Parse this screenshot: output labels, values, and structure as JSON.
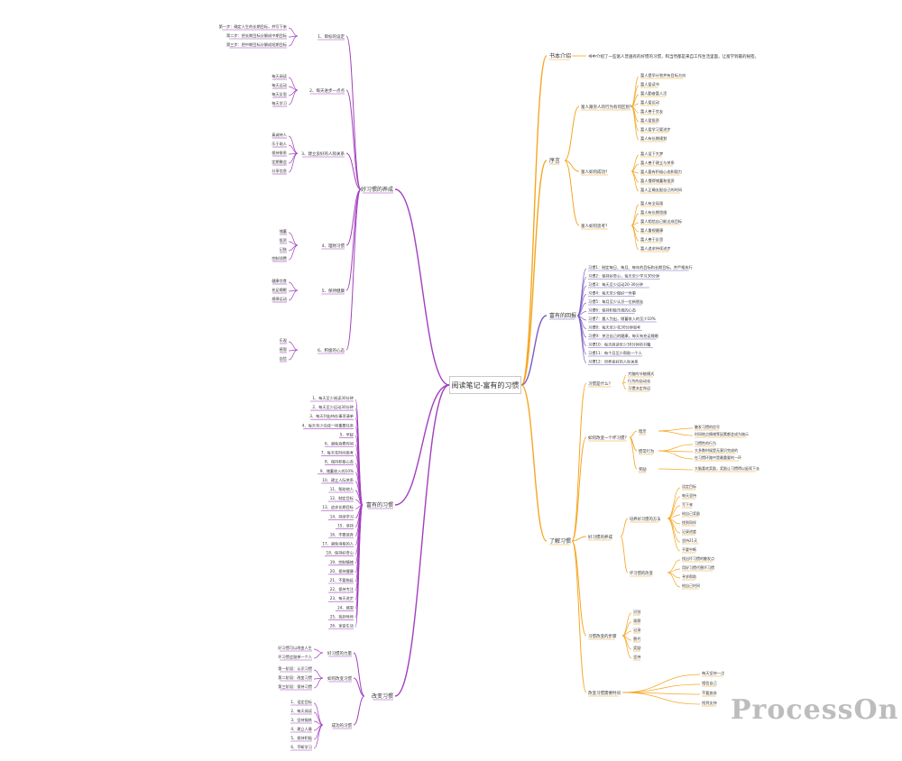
{
  "central_topic": "阅读笔记-富有的习惯",
  "watermark": "ProcessOn",
  "colors": {
    "right": "#f5a623",
    "left": "#a23fbf",
    "mid": "#7b5cc4",
    "line_text": "#333333"
  },
  "branches": {
    "book_intro": {
      "title": "书本介绍",
      "text": "书中介绍了一些富人普遍有的好惯的习惯，和当然都是来自工作生活里面，让富学到最的秘密。"
    },
    "preface": {
      "title": "序言",
      "groups": [
        {
          "label": "富人跟穷人的行为有何区别？",
          "items": [
            "富人提早计划并有目标方向",
            "富人爱读书",
            "富人勤奋富人活",
            "富人爱运动",
            "富人善于交友",
            "富人爱投资",
            "富人爱学习爱进步",
            "富人有长期规划"
          ]
        },
        {
          "label": "富人如何成功？",
          "items": [
            "富人设下大梦",
            "富人善于建立与关系",
            "富人要有积极心态和毅力",
            "富人懂得储蓄和投资",
            "富人正确支配自己的时间"
          ]
        },
        {
          "label": "富人如何思考？",
          "items": [
            "富人有全局观",
            "富人有长期思维",
            "富人相信自己能达成目标",
            "富人重视健康",
            "富人善于反思",
            "富人追求持续进步"
          ]
        }
      ]
    },
    "rich_insights": {
      "title": "富有的回报",
      "items": [
        "习惯1：制定每日、每月、每年的目标和长期目标，并严格执行",
        "习惯2：保持好奇心，每天至少学习30分钟",
        "习惯3：每天至少运动20-30分钟",
        "习惯4：每天至少做好一件事",
        "习惯5：每月至少认识一位新朋友",
        "习惯6：保持积极乐观的心态",
        "习惯7：量入为出，储蓄收入的至少10%",
        "习惯8：每天至少花30分钟思考",
        "习惯9：关注自己的健康，每天有充足睡眠",
        "习惯10：每天阅读至少30分钟的书籍",
        "习惯11：每个月至少帮助一个人",
        "习惯12：培养良好的人际关系"
      ]
    },
    "understand_habit": {
      "title": "了解习惯",
      "what_is_habit": {
        "label": "习惯是什么？",
        "items": [
          "大脑的节能模式",
          "行为的自动化",
          "习惯决定命运"
        ]
      },
      "habit_loop": {
        "label": "如何改变一个坏习惯？",
        "sub": [
          {
            "label": "暗示",
            "items": [
              "触发习惯的信号",
              "时间地点情绪等因素都会成为暗示"
            ]
          },
          {
            "label": "惯常行为",
            "items": [
              "习惯性的行为",
              "大多数时候是无意识完成的",
              "在习惯环路中是最重要的一环"
            ]
          },
          {
            "label": "奖励",
            "items": [
              "大脑喜欢奖励，奖励让习惯得以延续下去"
            ]
          }
        ]
      },
      "good_habits": {
        "label": "好习惯的养成",
        "sub": [
          {
            "label": "培养好习惯的方法",
            "items": [
              "设定目标",
              "每天坚持",
              "写下来",
              "给自己奖励",
              "找到同伴",
              "记录进度",
              "坚持21天",
              "不要中断"
            ]
          },
          {
            "label": "坏习惯的改变",
            "items": [
              "找出坏习惯的触发点",
              "用好习惯代替坏习惯",
              "寻求帮助",
              "给自己时间"
            ]
          }
        ]
      },
      "steps": {
        "label": "习惯改变的步骤",
        "items": [
          "识别",
          "观察",
          "记录",
          "替代",
          "奖励",
          "坚持"
        ]
      },
      "closing": {
        "label": "改变习惯需要时间",
        "items": [
          "每天坚持一点",
          "相信自己",
          "不要放弃",
          "找到支持"
        ]
      }
    },
    "good_habit_left": {
      "title": "好习惯的养成",
      "sections": [
        {
          "label": "1、目标的设定",
          "items": [
            "第一步：确定人生的长期目标，并写下来",
            "第二步：把长期目标分解成中期目标",
            "第三步：把中期目标分解成短期目标"
          ]
        },
        {
          "label": "2、每天进步一点点",
          "items": [
            "每天阅读",
            "每天运动",
            "每天反思",
            "每天学习"
          ]
        },
        {
          "label": "3、建立良好的人际关系",
          "items": [
            "真诚待人",
            "乐于助人",
            "保持联系",
            "定期聚会",
            "分享信息"
          ]
        },
        {
          "label": "4、理财习惯",
          "items": [
            "储蓄",
            "投资",
            "记账",
            "控制消费"
          ]
        },
        {
          "label": "5、保持健康",
          "items": [
            "健康饮食",
            "充足睡眠",
            "规律运动"
          ]
        },
        {
          "label": "6、积极的心态",
          "items": [
            "乐观",
            "感恩",
            "自信"
          ]
        }
      ]
    },
    "rich_habits_list": {
      "title": "富有的习惯",
      "items": [
        "1、每天至少阅读30分钟",
        "2、每天至少运动30分钟",
        "3、每天列出待办事项清单",
        "4、每天至少完成一项重要任务",
        "5、早起",
        "6、避免浪费时间",
        "7、每天花时间思考",
        "8、保持积极心态",
        "9、储蓄收入的10%",
        "10、建立人际关系",
        "11、帮助他人",
        "12、制定目标",
        "13、追求长期目标",
        "14、持续学习",
        "15、坚持",
        "16、不要放弃",
        "17、避免消极的人",
        "18、保持好奇心",
        "19、控制情绪",
        "20、保持健康",
        "21、不要拖延",
        "22、保持专注",
        "23、每天进步",
        "24、感恩",
        "25、找到导师",
        "26、享受生活"
      ]
    },
    "change_habits": {
      "title": "改变习惯",
      "sections": [
        {
          "label": "好习惯的力量",
          "items": [
            "好习惯可以改变人生",
            "坏习惯会毁掉一个人"
          ]
        },
        {
          "label": "如何改变习惯",
          "items": [
            "第一阶段：认识习惯",
            "第二阶段：改变习惯",
            "第三阶段：保持习惯"
          ]
        },
        {
          "label": "成功的习惯",
          "items": [
            "1、设定目标",
            "2、每天阅读",
            "3、坚持锻炼",
            "4、建立人脉",
            "5、保持积极",
            "6、不断学习"
          ]
        }
      ]
    }
  }
}
